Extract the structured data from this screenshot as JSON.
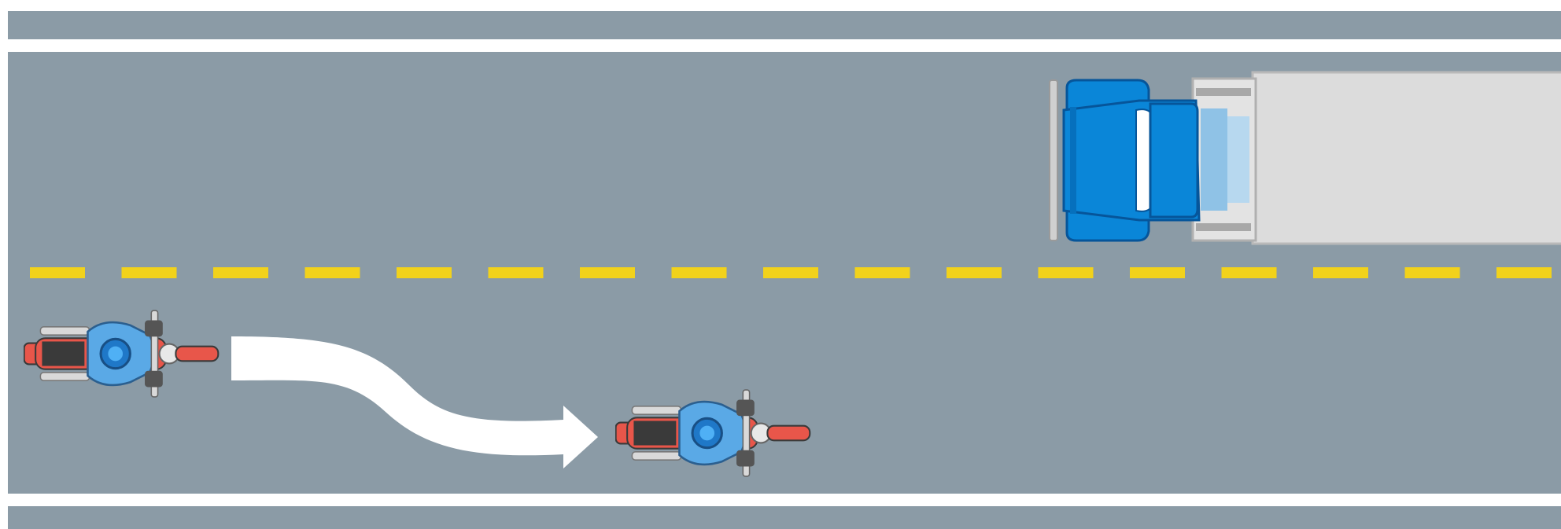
{
  "scene": {
    "colors": {
      "road": "#8b9ba6",
      "edge_line": "#ffffff",
      "center_line": "#f2d21b",
      "truck_cab": "#0a86d8",
      "truck_trailer": "#dcdcdc",
      "motorcycle_body": "#e8564a",
      "rider": "#5aa9e6",
      "arrow": "#ffffff"
    },
    "elements": {
      "truck": "semi-truck",
      "motorcycle_start": "motorcycle",
      "motorcycle_end": "motorcycle",
      "maneuver_arrow": "lane-position-arrow"
    }
  }
}
